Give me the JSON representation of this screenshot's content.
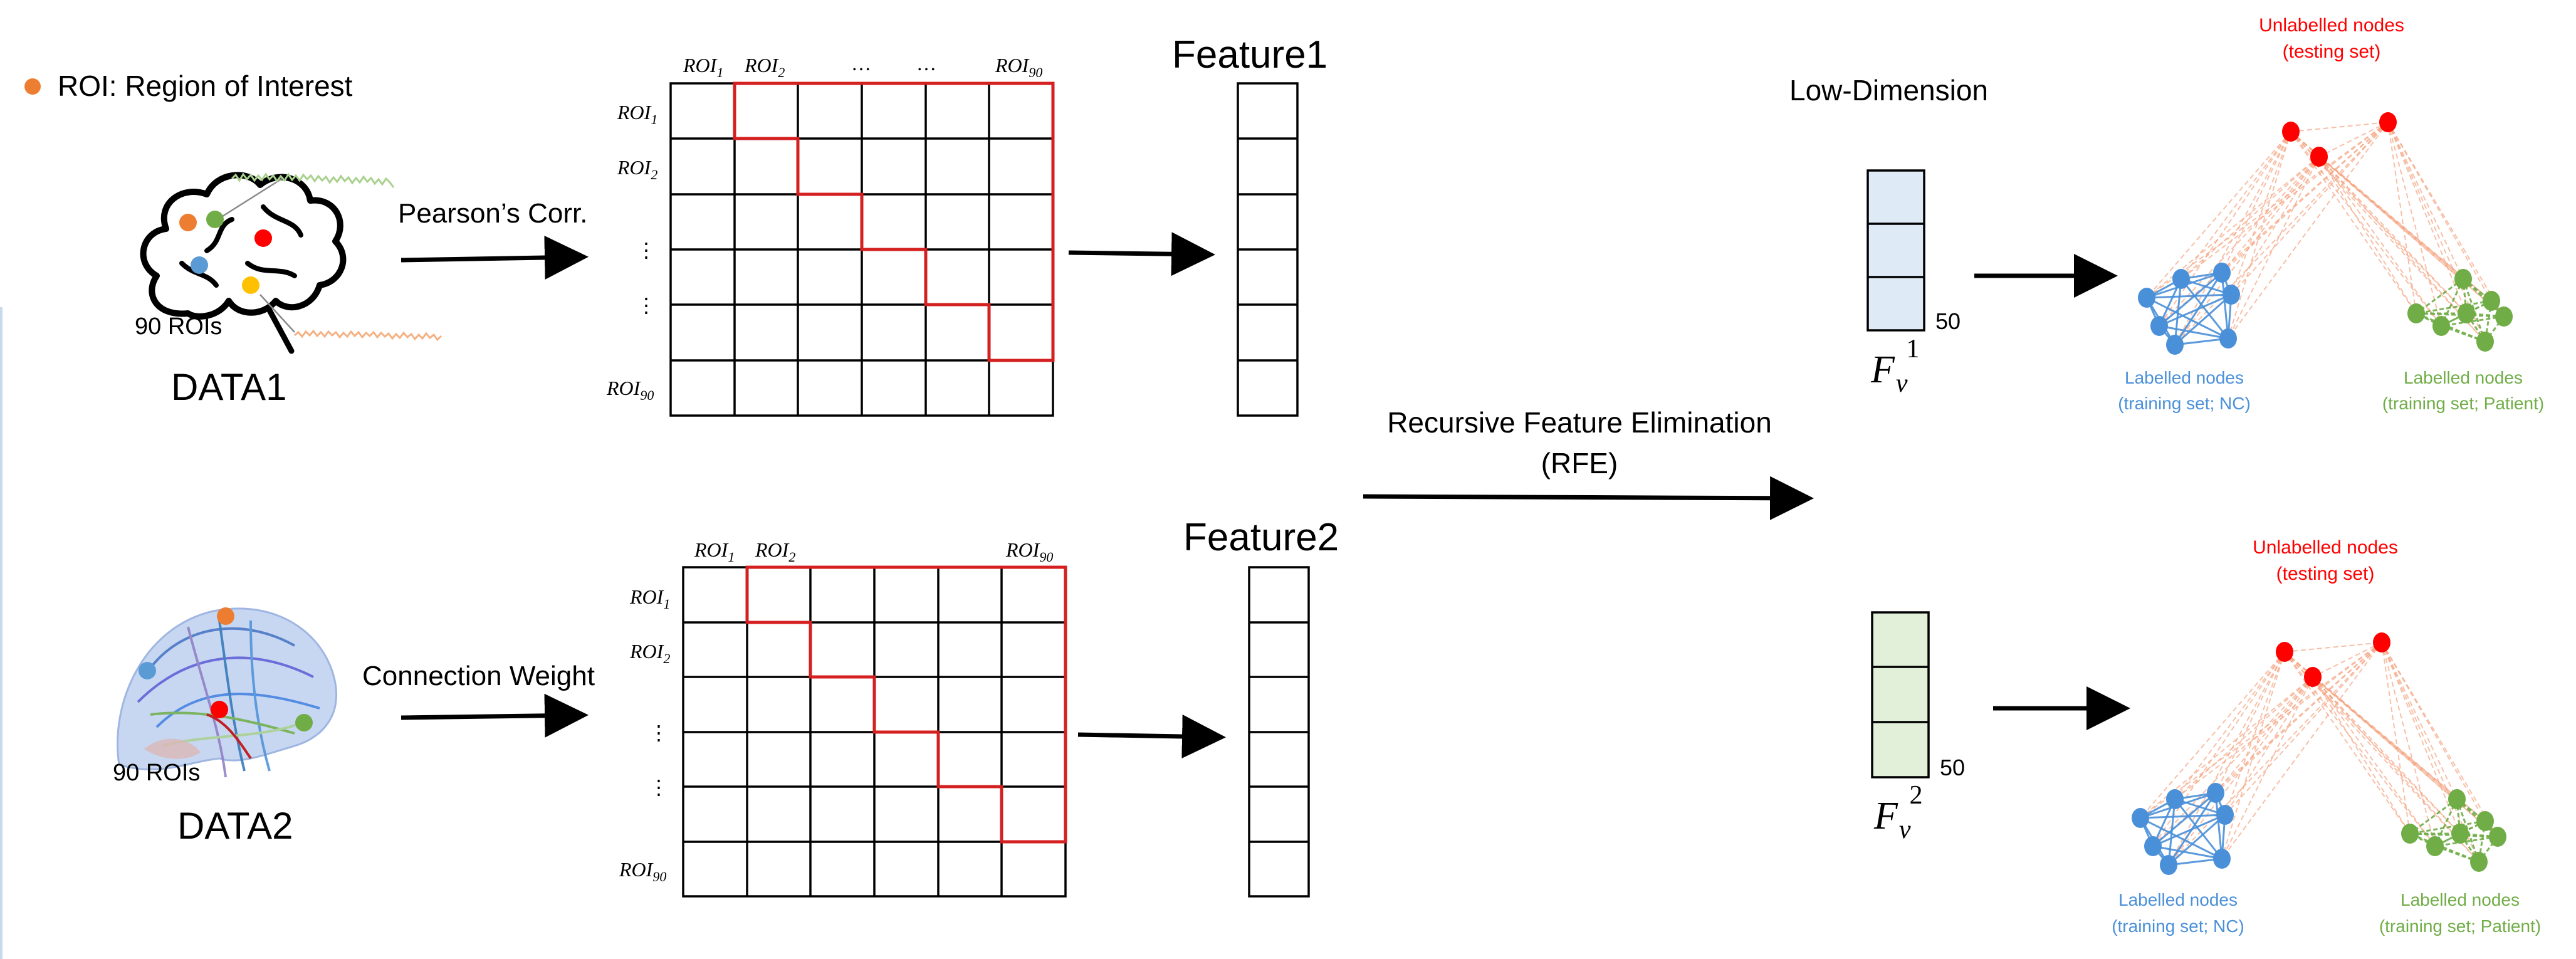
{
  "legend": {
    "marker_color": "#ED7D31",
    "text": "ROI: Region of Interest"
  },
  "data1": {
    "label": "DATA1",
    "rois_label": "90 ROIs",
    "method": "Pearson’s Corr.",
    "matrix_labels": {
      "col_1": "ROI",
      "col_1_sub": "1",
      "col_2": "ROI",
      "col_2_sub": "2",
      "col_dots_a": "…",
      "col_dots_b": "…",
      "col_last": "ROI",
      "col_last_sub": "90",
      "row_1": "ROI",
      "row_1_sub": "1",
      "row_2": "ROI",
      "row_2_sub": "2",
      "row_dots_a": "⋮",
      "row_dots_b": "⋮",
      "row_last": "ROI",
      "row_last_sub": "90"
    },
    "feature_title": "Feature1",
    "vector_label": "F",
    "vector_sub": "v",
    "vector_sup": "1",
    "vector_size": "50"
  },
  "data2": {
    "label": "DATA2",
    "rois_label": "90 ROIs",
    "method": "Connection Weight",
    "matrix_labels": {
      "col_1": "ROI",
      "col_1_sub": "1",
      "col_2": "ROI",
      "col_2_sub": "2",
      "col_last": "ROI",
      "col_last_sub": "90",
      "row_1": "ROI",
      "row_1_sub": "1",
      "row_2": "ROI",
      "row_2_sub": "2",
      "row_dots_a": "⋮",
      "row_dots_b": "⋮",
      "row_last": "ROI",
      "row_last_sub": "90"
    },
    "feature_title": "Feature2",
    "vector_label": "F",
    "vector_sub": "v",
    "vector_sup": "2",
    "vector_size": "50"
  },
  "rfe": {
    "line1": "Recursive Feature Elimination",
    "line2": "(RFE)"
  },
  "low_dimension_title": "Low-Dimension",
  "graph": {
    "unlabelled_line1": "Unlabelled nodes",
    "unlabelled_line2": "(testing set)",
    "nc_line1": "Labelled nodes",
    "nc_line2": "(training set; NC)",
    "patient_line1": "Labelled nodes",
    "patient_line2": "(training set; Patient)"
  },
  "colors": {
    "matrix_highlight": "#D42020",
    "unlabelled": "#FF0000",
    "nc": "#4A90D9",
    "patient": "#70AD47",
    "vector1_fill": "#DEEBF7",
    "vector2_fill": "#E2F0D9",
    "edge": "#F4A582"
  }
}
